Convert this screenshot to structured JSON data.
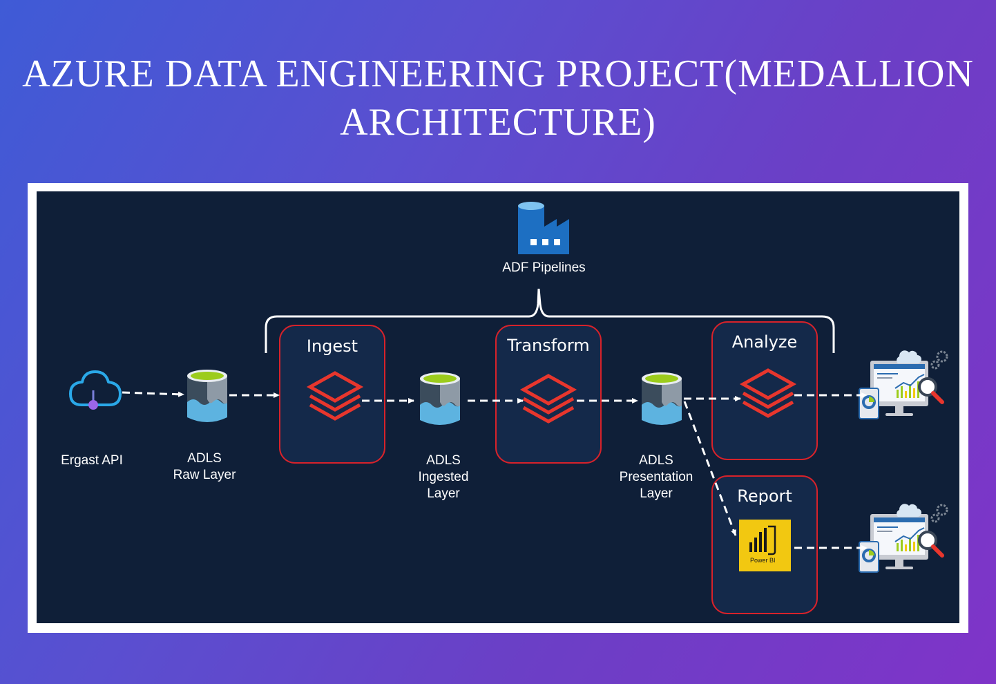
{
  "title": "AZURE DATA ENGINEERING PROJECT(MEDALLION ARCHITECTURE)",
  "orchestrator": {
    "label": "ADF Pipelines",
    "icon": "data-factory-icon"
  },
  "nodes": [
    {
      "id": "ergast",
      "label": "Ergast API",
      "icon": "api-cloud-icon"
    },
    {
      "id": "raw",
      "label": "ADLS\nRaw Layer",
      "icon": "adls-storage-icon"
    },
    {
      "id": "ingested",
      "label": "ADLS\nIngested\nLayer",
      "icon": "adls-storage-icon"
    },
    {
      "id": "presentation",
      "label": "ADLS\nPresentation\nLayer",
      "icon": "adls-storage-icon"
    }
  ],
  "stages": [
    {
      "id": "ingest",
      "label": "Ingest",
      "icon": "databricks-icon"
    },
    {
      "id": "transform",
      "label": "Transform",
      "icon": "databricks-icon"
    },
    {
      "id": "analyze",
      "label": "Analyze",
      "icon": "databricks-icon"
    },
    {
      "id": "report",
      "label": "Report",
      "icon": "power-bi-icon",
      "icon_text": "Power BI"
    }
  ],
  "outputs": [
    {
      "id": "analytics-output",
      "icon": "analytics-dashboard-icon"
    },
    {
      "id": "report-output",
      "icon": "analytics-dashboard-icon"
    }
  ],
  "colors": {
    "canvas": "#0f1f38",
    "stage_fill": "#14294a",
    "stage_border": "#d8222a",
    "databricks": "#e8362d",
    "power_bi": "#f2c811",
    "arrow": "#ffffff"
  }
}
